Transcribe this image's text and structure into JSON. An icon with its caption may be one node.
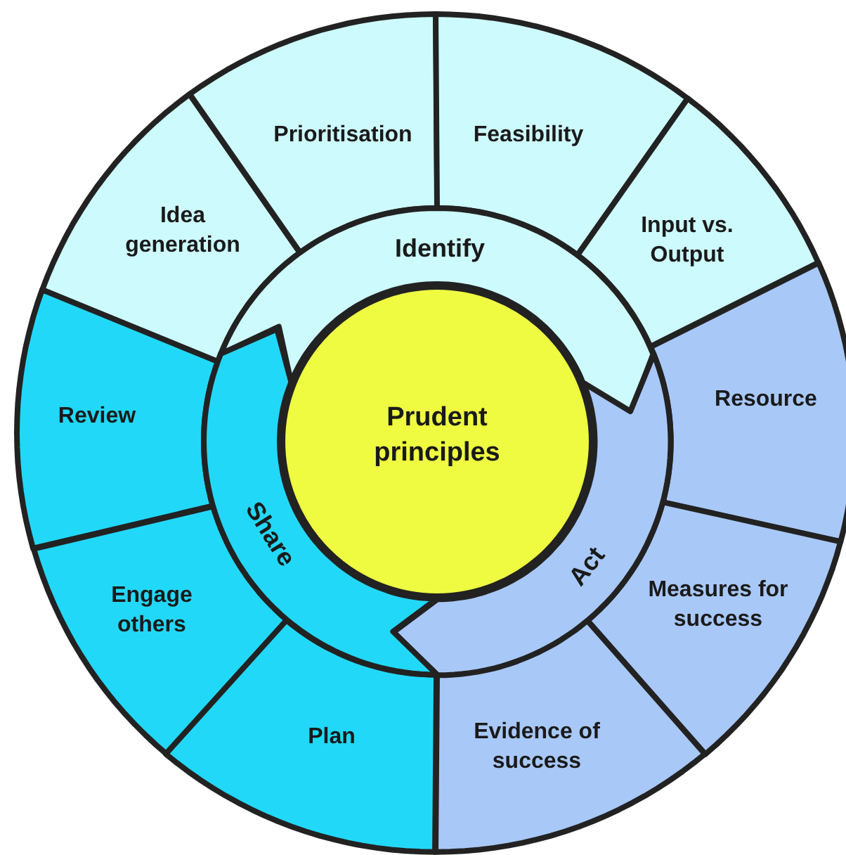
{
  "diagram": {
    "nodes": [
      {
        "text": [
          "Prudent principles"
        ]
      },
      {
        "text": [
          "Identify"
        ]
      },
      {
        "text": [
          "Act"
        ]
      },
      {
        "text": [
          "Share"
        ]
      },
      {
        "text": [
          "Idea generation"
        ]
      },
      {
        "text": [
          "Prioritisation"
        ]
      },
      {
        "text": [
          "Feasibility"
        ]
      },
      {
        "text": [
          "Input vs. Output"
        ]
      },
      {
        "text": [
          "Review"
        ]
      },
      {
        "text": [
          "Resource"
        ]
      },
      {
        "text": [
          "Engage others"
        ]
      },
      {
        "text": [
          "Measures for success"
        ]
      },
      {
        "text": [
          "Plan"
        ]
      },
      {
        "text": [
          "Evidence of success"
        ]
      }
    ]
  }
}
